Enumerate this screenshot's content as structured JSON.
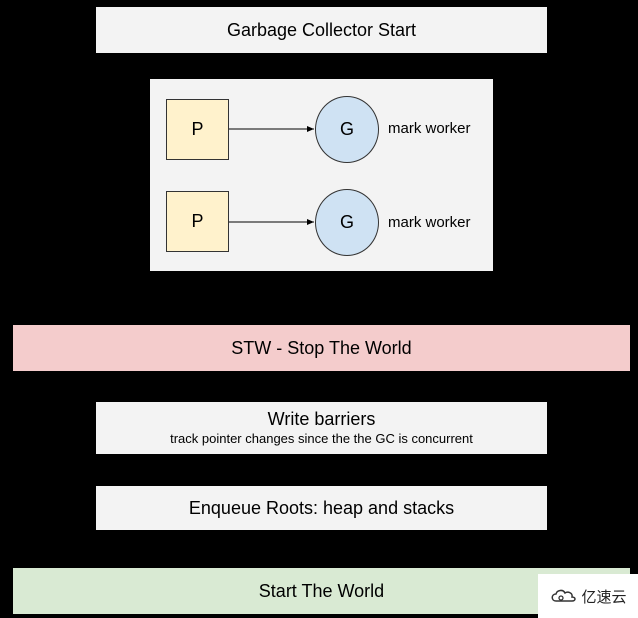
{
  "diagram": {
    "gc_start": {
      "label": "Garbage Collector Start"
    },
    "workers": [
      {
        "p_label": "P",
        "g_label": "G",
        "worker_label": "mark worker"
      },
      {
        "p_label": "P",
        "g_label": "G",
        "worker_label": "mark worker"
      }
    ],
    "stw": {
      "label": "STW - Stop The World"
    },
    "write_barriers": {
      "label": "Write barriers",
      "sublabel": "track pointer changes since the the GC is concurrent"
    },
    "enqueue_roots": {
      "label": "Enqueue Roots: heap and stacks"
    },
    "start_world": {
      "label": "Start The World"
    }
  },
  "watermark": {
    "text": "亿速云",
    "icon": "cloud-logo-icon"
  },
  "colors": {
    "background": "#000000",
    "panel_gray": "#f3f3f3",
    "p_fill": "#fff2cc",
    "g_fill": "#cfe2f3",
    "stw_fill": "#f4cccc",
    "start_world_fill": "#d9ead3"
  }
}
